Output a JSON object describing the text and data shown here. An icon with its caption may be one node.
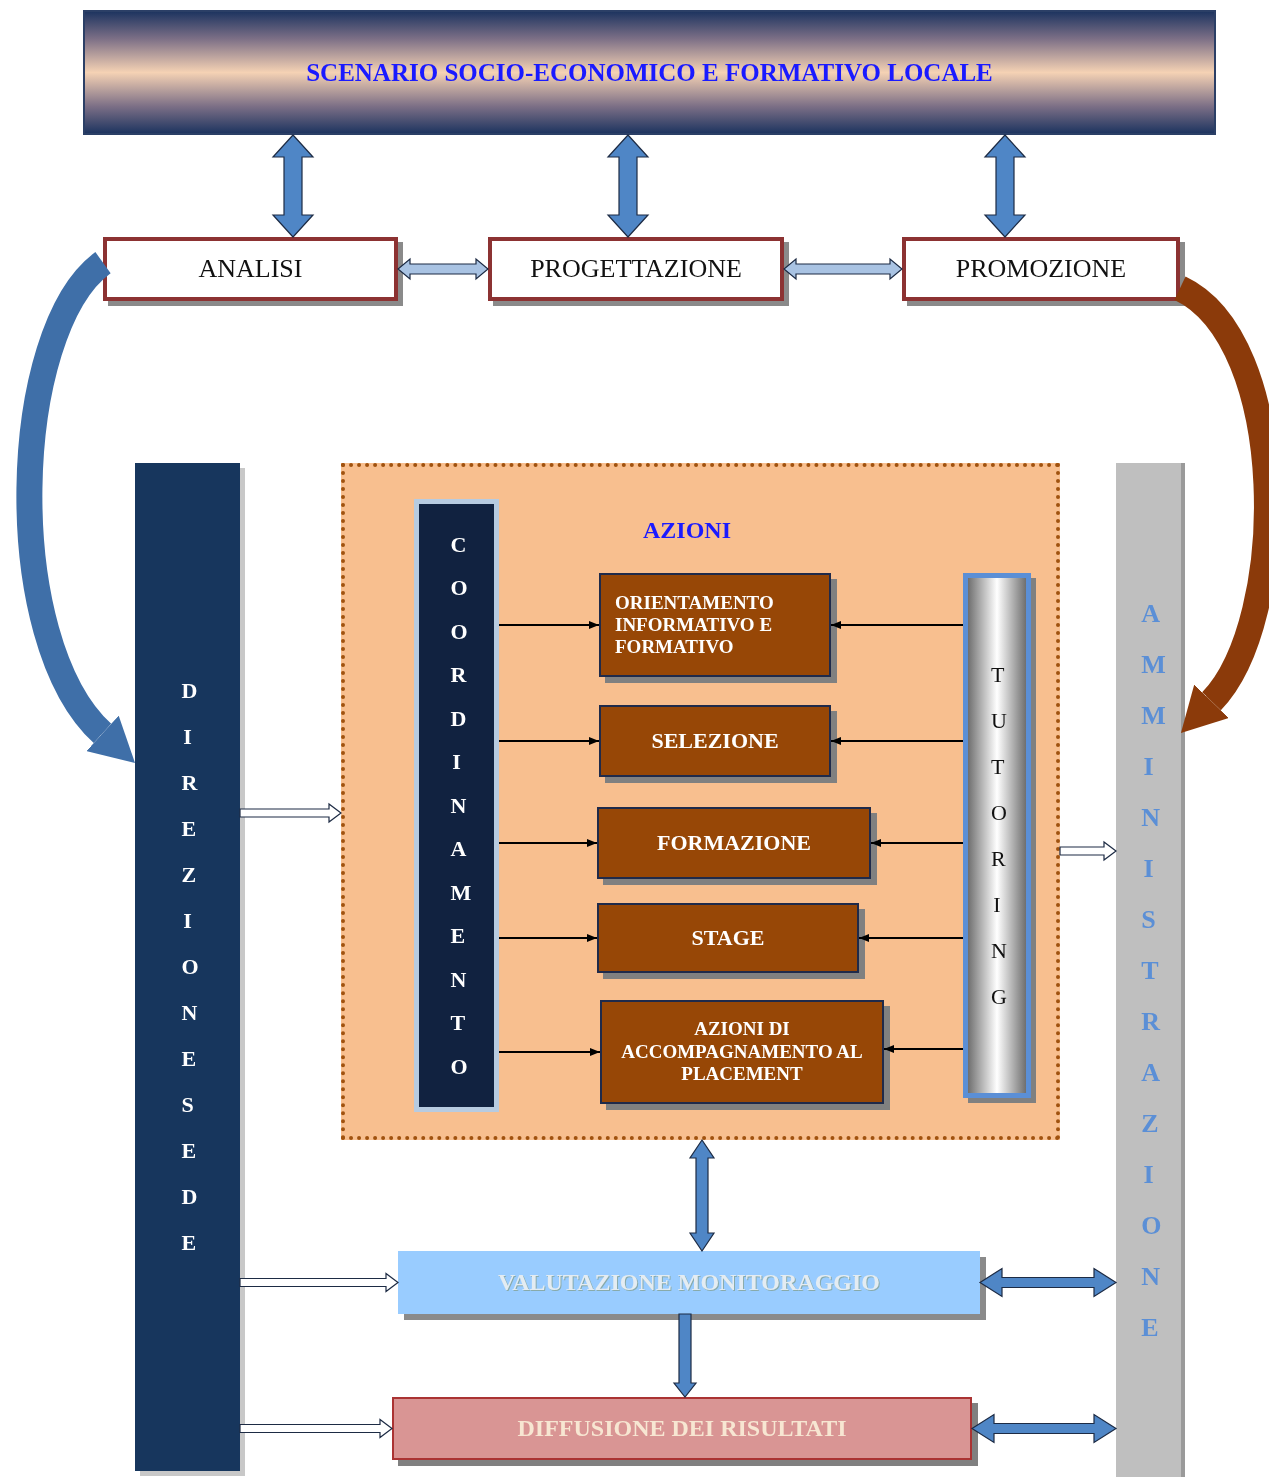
{
  "diagram": {
    "nodes": [
      {
        "text": [
          "SCENARIO SOCIO-ECONOMICO E FORMATIVO LOCALE"
        ]
      },
      {
        "text": [
          "ANALISI"
        ]
      },
      {
        "text": [
          "PROGETTAZIONE"
        ]
      },
      {
        "text": [
          "PROMOZIONE"
        ]
      },
      {
        "text": [
          "DIREZIONE SEDE"
        ]
      },
      {
        "text": [
          "AMMINISTRAZIONE"
        ]
      },
      {
        "text": [
          "AZIONI"
        ]
      },
      {
        "text": [
          "COORDINAMENTO"
        ],
        "in": 6
      },
      {
        "text": [
          "ORIENTAMENTO INFORMATIVO E FORMATIVO"
        ],
        "in": 6
      },
      {
        "text": [
          "SELEZIONE"
        ],
        "in": 6
      },
      {
        "text": [
          "FORMAZIONE"
        ],
        "in": 6
      },
      {
        "text": [
          "STAGE"
        ],
        "in": 6
      },
      {
        "text": [
          "AZIONI DI ACCOMPAGNAMENTO AL PLACEMENT"
        ],
        "in": 6
      },
      {
        "text": [
          "TUTORING"
        ],
        "in": 6
      },
      {
        "text": [
          "VALUTAZIONE MONITORAGGIO"
        ]
      },
      {
        "text": [
          "DIFFUSIONE DEI RISULTATI"
        ]
      }
    ],
    "edges": [
      {
        "from": 0,
        "to": 1,
        "arrow": "both",
        "style": "thick",
        "color": "#4f86c6"
      },
      {
        "from": 0,
        "to": 2,
        "arrow": "both",
        "style": "thick",
        "color": "#4f86c6"
      },
      {
        "from": 0,
        "to": 3,
        "arrow": "both",
        "style": "thick",
        "color": "#4f86c6"
      },
      {
        "from": 1,
        "to": 2,
        "arrow": "both",
        "style": "thick",
        "color": "#a9c3e3"
      },
      {
        "from": 2,
        "to": 3,
        "arrow": "both",
        "style": "thick",
        "color": "#a9c3e3"
      },
      {
        "from": 1,
        "to": 4,
        "arrow": "to",
        "style": "thick",
        "color": "#3f6fa8"
      },
      {
        "from": 3,
        "to": 5,
        "arrow": "to",
        "style": "thick",
        "color": "#8b3a0a"
      },
      {
        "from": 4,
        "to": 6,
        "arrow": "to",
        "style": "thick",
        "color": "#ffffff"
      },
      {
        "from": 7,
        "to": 8,
        "arrow": "to"
      },
      {
        "from": 7,
        "to": 9,
        "arrow": "to"
      },
      {
        "from": 7,
        "to": 10,
        "arrow": "to"
      },
      {
        "from": 7,
        "to": 11,
        "arrow": "to"
      },
      {
        "from": 7,
        "to": 12,
        "arrow": "to"
      },
      {
        "from": 13,
        "to": 8,
        "arrow": "to"
      },
      {
        "from": 13,
        "to": 9,
        "arrow": "to"
      },
      {
        "from": 13,
        "to": 10,
        "arrow": "to"
      },
      {
        "from": 13,
        "to": 11,
        "arrow": "to"
      },
      {
        "from": 13,
        "to": 12,
        "arrow": "to"
      },
      {
        "from": 6,
        "to": 5,
        "arrow": "to",
        "style": "thick",
        "color": "#ffffff"
      },
      {
        "from": 6,
        "to": 14,
        "arrow": "both",
        "style": "thick",
        "color": "#4f86c6"
      },
      {
        "from": 14,
        "to": 15,
        "arrow": "to",
        "style": "thick",
        "color": "#4f86c6"
      },
      {
        "from": 4,
        "to": 14,
        "arrow": "to",
        "style": "thick",
        "color": "#ffffff"
      },
      {
        "from": 4,
        "to": 15,
        "arrow": "to",
        "style": "thick",
        "color": "#ffffff"
      },
      {
        "from": 14,
        "to": 5,
        "arrow": "both",
        "style": "thick",
        "color": "#4f86c6"
      },
      {
        "from": 15,
        "to": 5,
        "arrow": "both",
        "style": "thick",
        "color": "#4f86c6"
      }
    ]
  }
}
